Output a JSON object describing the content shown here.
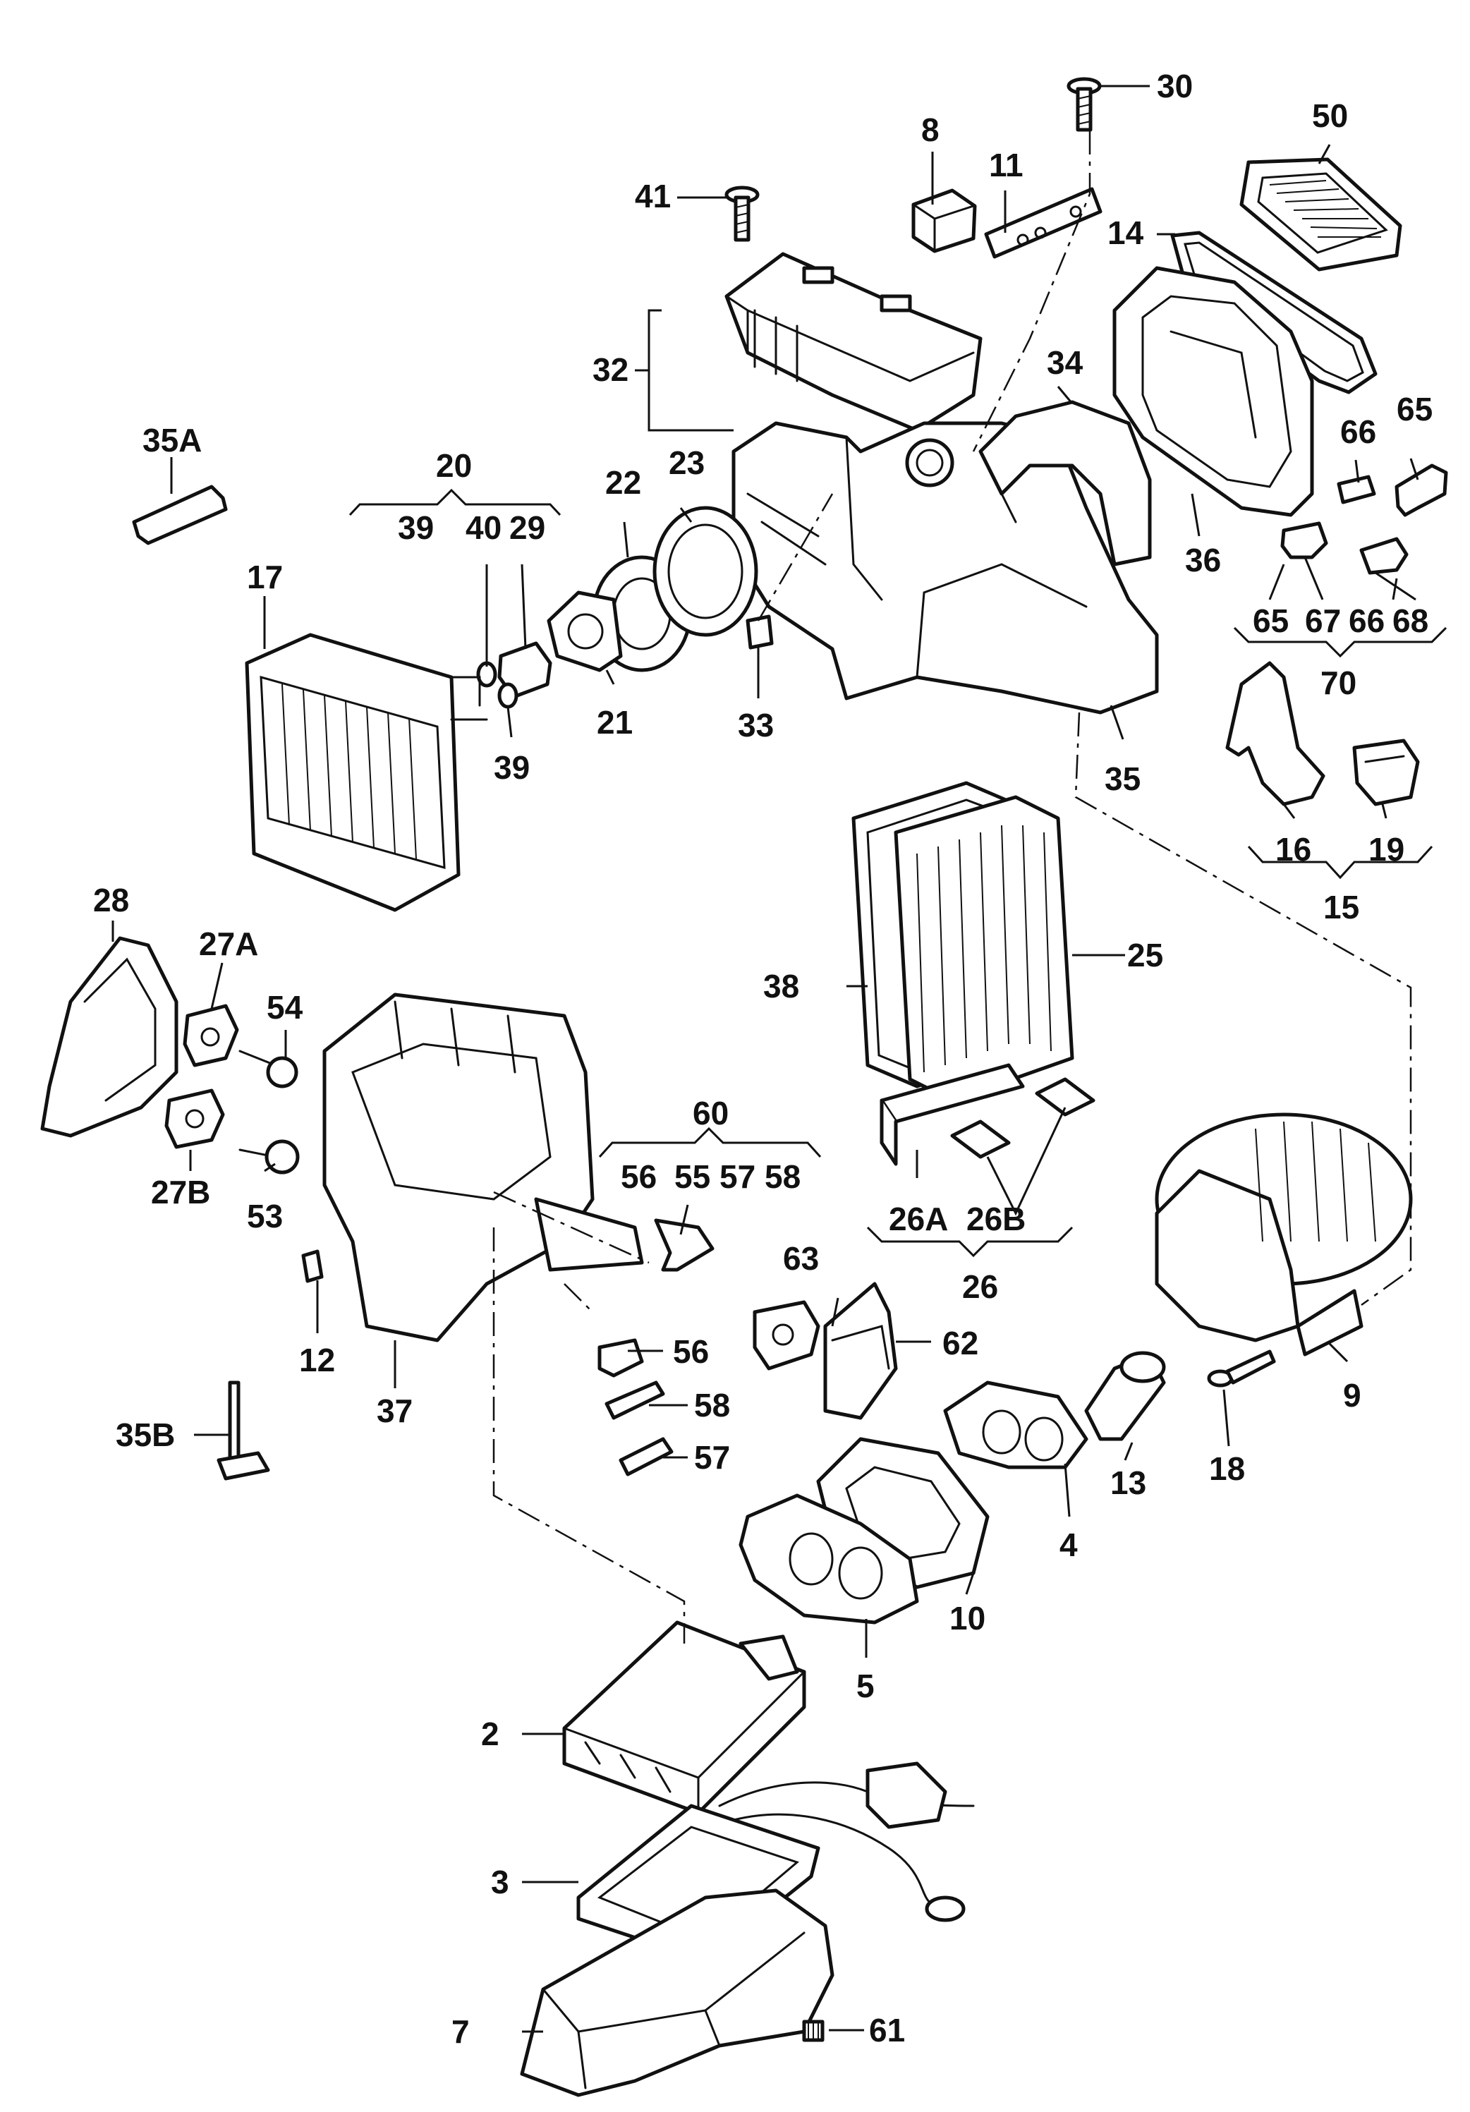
{
  "callouts": [
    {
      "id": "30",
      "label": "30"
    },
    {
      "id": "8",
      "label": "8"
    },
    {
      "id": "11",
      "label": "11"
    },
    {
      "id": "50",
      "label": "50"
    },
    {
      "id": "41",
      "label": "41"
    },
    {
      "id": "14",
      "label": "14"
    },
    {
      "id": "32",
      "label": "32"
    },
    {
      "id": "34",
      "label": "34"
    },
    {
      "id": "65a",
      "label": "65"
    },
    {
      "id": "66a",
      "label": "66"
    },
    {
      "id": "35a",
      "label": "35A"
    },
    {
      "id": "20",
      "label": "20"
    },
    {
      "id": "22",
      "label": "22"
    },
    {
      "id": "23",
      "label": "23"
    },
    {
      "id": "39a",
      "label": "39"
    },
    {
      "id": "40",
      "label": "40"
    },
    {
      "id": "29",
      "label": "29"
    },
    {
      "id": "36",
      "label": "36"
    },
    {
      "id": "17",
      "label": "17"
    },
    {
      "id": "65b",
      "label": "65"
    },
    {
      "id": "67",
      "label": "67"
    },
    {
      "id": "66b",
      "label": "66"
    },
    {
      "id": "68",
      "label": "68"
    },
    {
      "id": "70",
      "label": "70"
    },
    {
      "id": "21",
      "label": "21"
    },
    {
      "id": "33",
      "label": "33"
    },
    {
      "id": "39b",
      "label": "39"
    },
    {
      "id": "35",
      "label": "35"
    },
    {
      "id": "16",
      "label": "16"
    },
    {
      "id": "19",
      "label": "19"
    },
    {
      "id": "15",
      "label": "15"
    },
    {
      "id": "28",
      "label": "28"
    },
    {
      "id": "27a",
      "label": "27A"
    },
    {
      "id": "25",
      "label": "25"
    },
    {
      "id": "54",
      "label": "54"
    },
    {
      "id": "38",
      "label": "38"
    },
    {
      "id": "60",
      "label": "60"
    },
    {
      "id": "56a",
      "label": "56"
    },
    {
      "id": "55",
      "label": "55"
    },
    {
      "id": "57a",
      "label": "57"
    },
    {
      "id": "58a",
      "label": "58"
    },
    {
      "id": "27b",
      "label": "27B"
    },
    {
      "id": "53",
      "label": "53"
    },
    {
      "id": "26a",
      "label": "26A"
    },
    {
      "id": "26b",
      "label": "26B"
    },
    {
      "id": "26",
      "label": "26"
    },
    {
      "id": "63",
      "label": "63"
    },
    {
      "id": "62",
      "label": "62"
    },
    {
      "id": "12",
      "label": "12"
    },
    {
      "id": "56b",
      "label": "56"
    },
    {
      "id": "9",
      "label": "9"
    },
    {
      "id": "37",
      "label": "37"
    },
    {
      "id": "58b",
      "label": "58"
    },
    {
      "id": "35b",
      "label": "35B"
    },
    {
      "id": "57b",
      "label": "57"
    },
    {
      "id": "13",
      "label": "13"
    },
    {
      "id": "18",
      "label": "18"
    },
    {
      "id": "4",
      "label": "4"
    },
    {
      "id": "10",
      "label": "10"
    },
    {
      "id": "5",
      "label": "5"
    },
    {
      "id": "2",
      "label": "2"
    },
    {
      "id": "3",
      "label": "3"
    },
    {
      "id": "7",
      "label": "7"
    },
    {
      "id": "61",
      "label": "61"
    }
  ]
}
